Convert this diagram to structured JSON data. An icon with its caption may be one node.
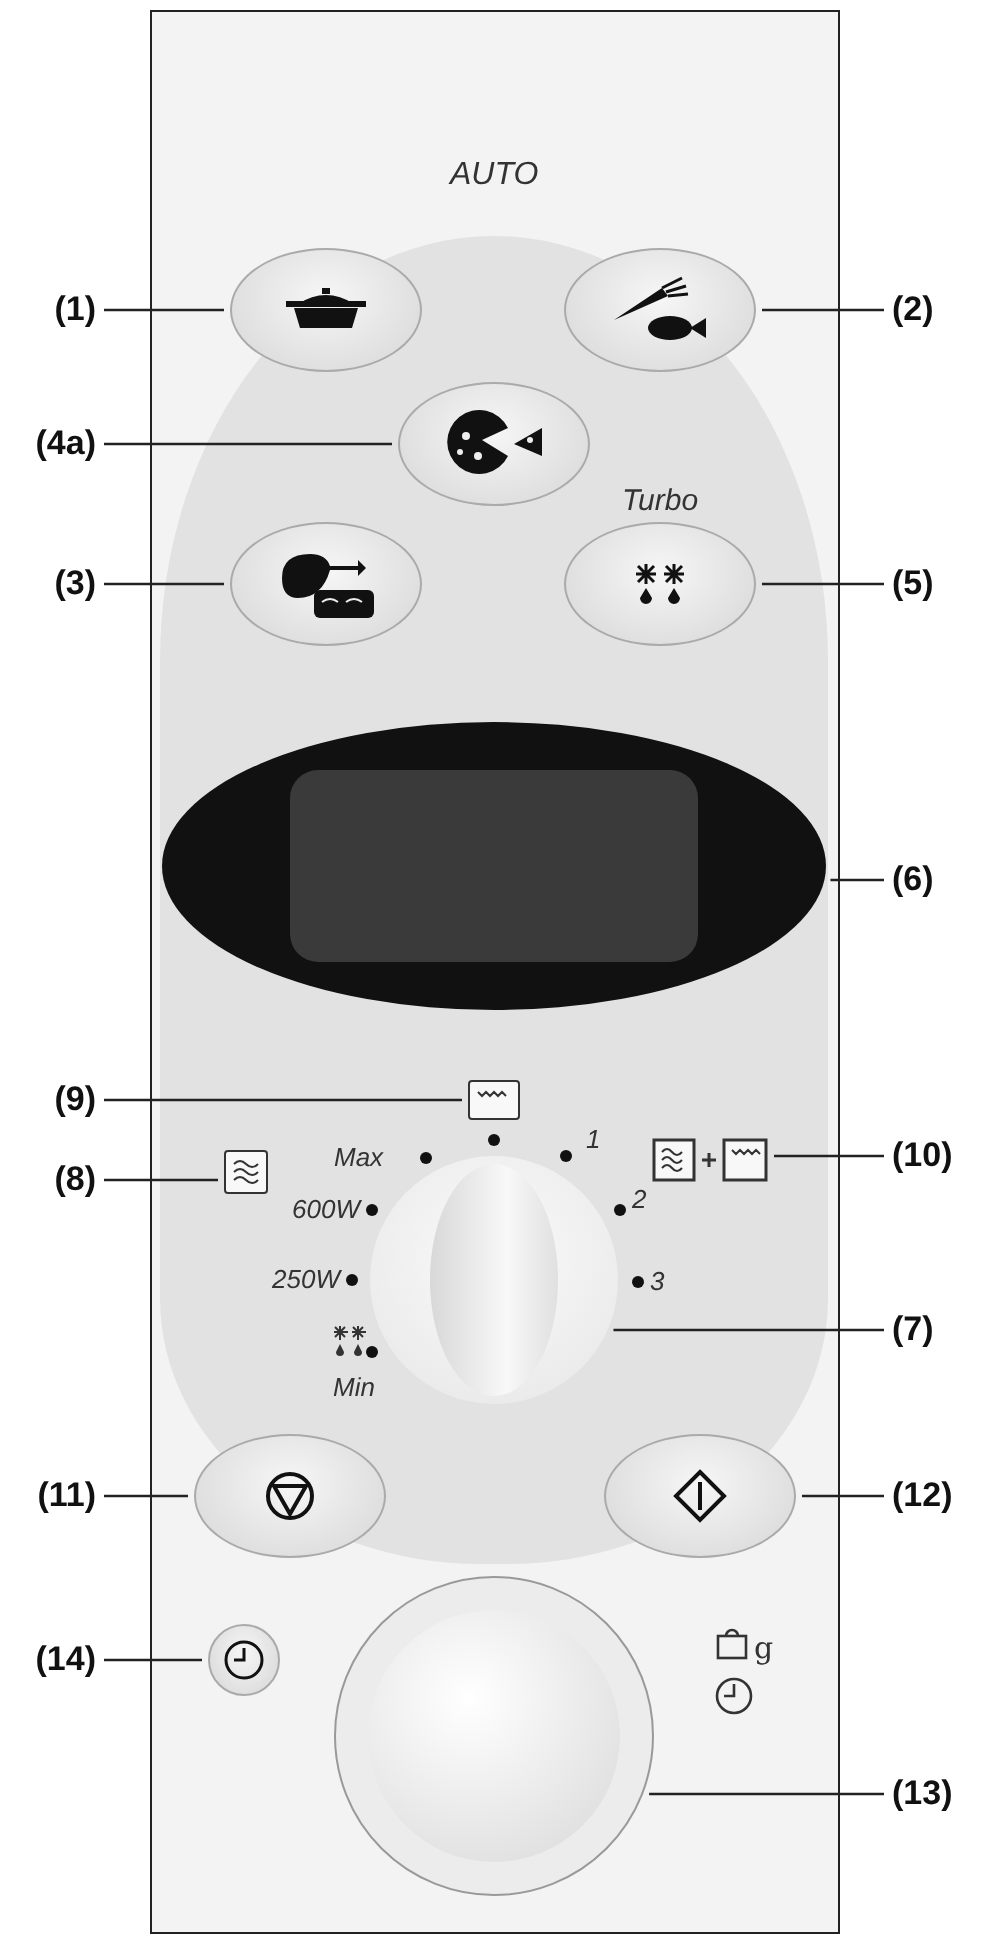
{
  "diagram": {
    "nodes": [
      {
        "text": [
          "(1)"
        ]
      },
      {
        "text": [],
        "shape": "ellipse"
      },
      {
        "text": [
          "(2)"
        ]
      },
      {
        "text": [],
        "shape": "ellipse"
      },
      {
        "text": [
          "(4a)"
        ]
      },
      {
        "text": [],
        "shape": "ellipse"
      },
      {
        "text": [
          "(3)"
        ]
      },
      {
        "text": [],
        "shape": "ellipse"
      },
      {
        "text": [
          "(5)"
        ]
      },
      {
        "text": [],
        "shape": "ellipse"
      },
      {
        "text": [
          "(6)"
        ]
      },
      {
        "text": [],
        "shape": "ellipse"
      },
      {
        "text": [
          "(9)"
        ]
      },
      {
        "text": [],
        "shape": "box"
      },
      {
        "text": [
          "(8)"
        ]
      },
      {
        "text": [],
        "shape": "box"
      },
      {
        "text": [
          "(10)"
        ]
      },
      {
        "text": [],
        "shape": "box"
      },
      {
        "text": [
          "(7)"
        ]
      },
      {
        "text": [],
        "shape": "circle"
      },
      {
        "text": [
          "(11)"
        ]
      },
      {
        "text": [],
        "shape": "ellipse"
      },
      {
        "text": [
          "(12)"
        ]
      },
      {
        "text": [],
        "shape": "ellipse"
      },
      {
        "text": [
          "(14)"
        ]
      },
      {
        "text": [],
        "shape": "circle"
      },
      {
        "text": [
          "(13)"
        ]
      },
      {
        "text": [],
        "shape": "circle"
      }
    ],
    "edges": [
      {
        "from": 0,
        "to": 1,
        "arrow": "none"
      },
      {
        "from": 2,
        "to": 3,
        "arrow": "none"
      },
      {
        "from": 4,
        "to": 5,
        "arrow": "none"
      },
      {
        "from": 6,
        "to": 7,
        "arrow": "none"
      },
      {
        "from": 8,
        "to": 9,
        "arrow": "none"
      },
      {
        "from": 10,
        "to": 11,
        "arrow": "none"
      },
      {
        "from": 12,
        "to": 13,
        "arrow": "none"
      },
      {
        "from": 14,
        "to": 15,
        "arrow": "none"
      },
      {
        "from": 16,
        "to": 17,
        "arrow": "none"
      },
      {
        "from": 18,
        "to": 19,
        "arrow": "none"
      },
      {
        "from": 20,
        "to": 21,
        "arrow": "none"
      },
      {
        "from": 22,
        "to": 23,
        "arrow": "none"
      },
      {
        "from": 24,
        "to": 25,
        "arrow": "none"
      },
      {
        "from": 26,
        "to": 27,
        "arrow": "none"
      }
    ],
    "labels": [
      "AUTO",
      "Turbo",
      "Max",
      "1",
      "600W",
      "2",
      "250W",
      "3",
      "Min",
      "g"
    ]
  }
}
